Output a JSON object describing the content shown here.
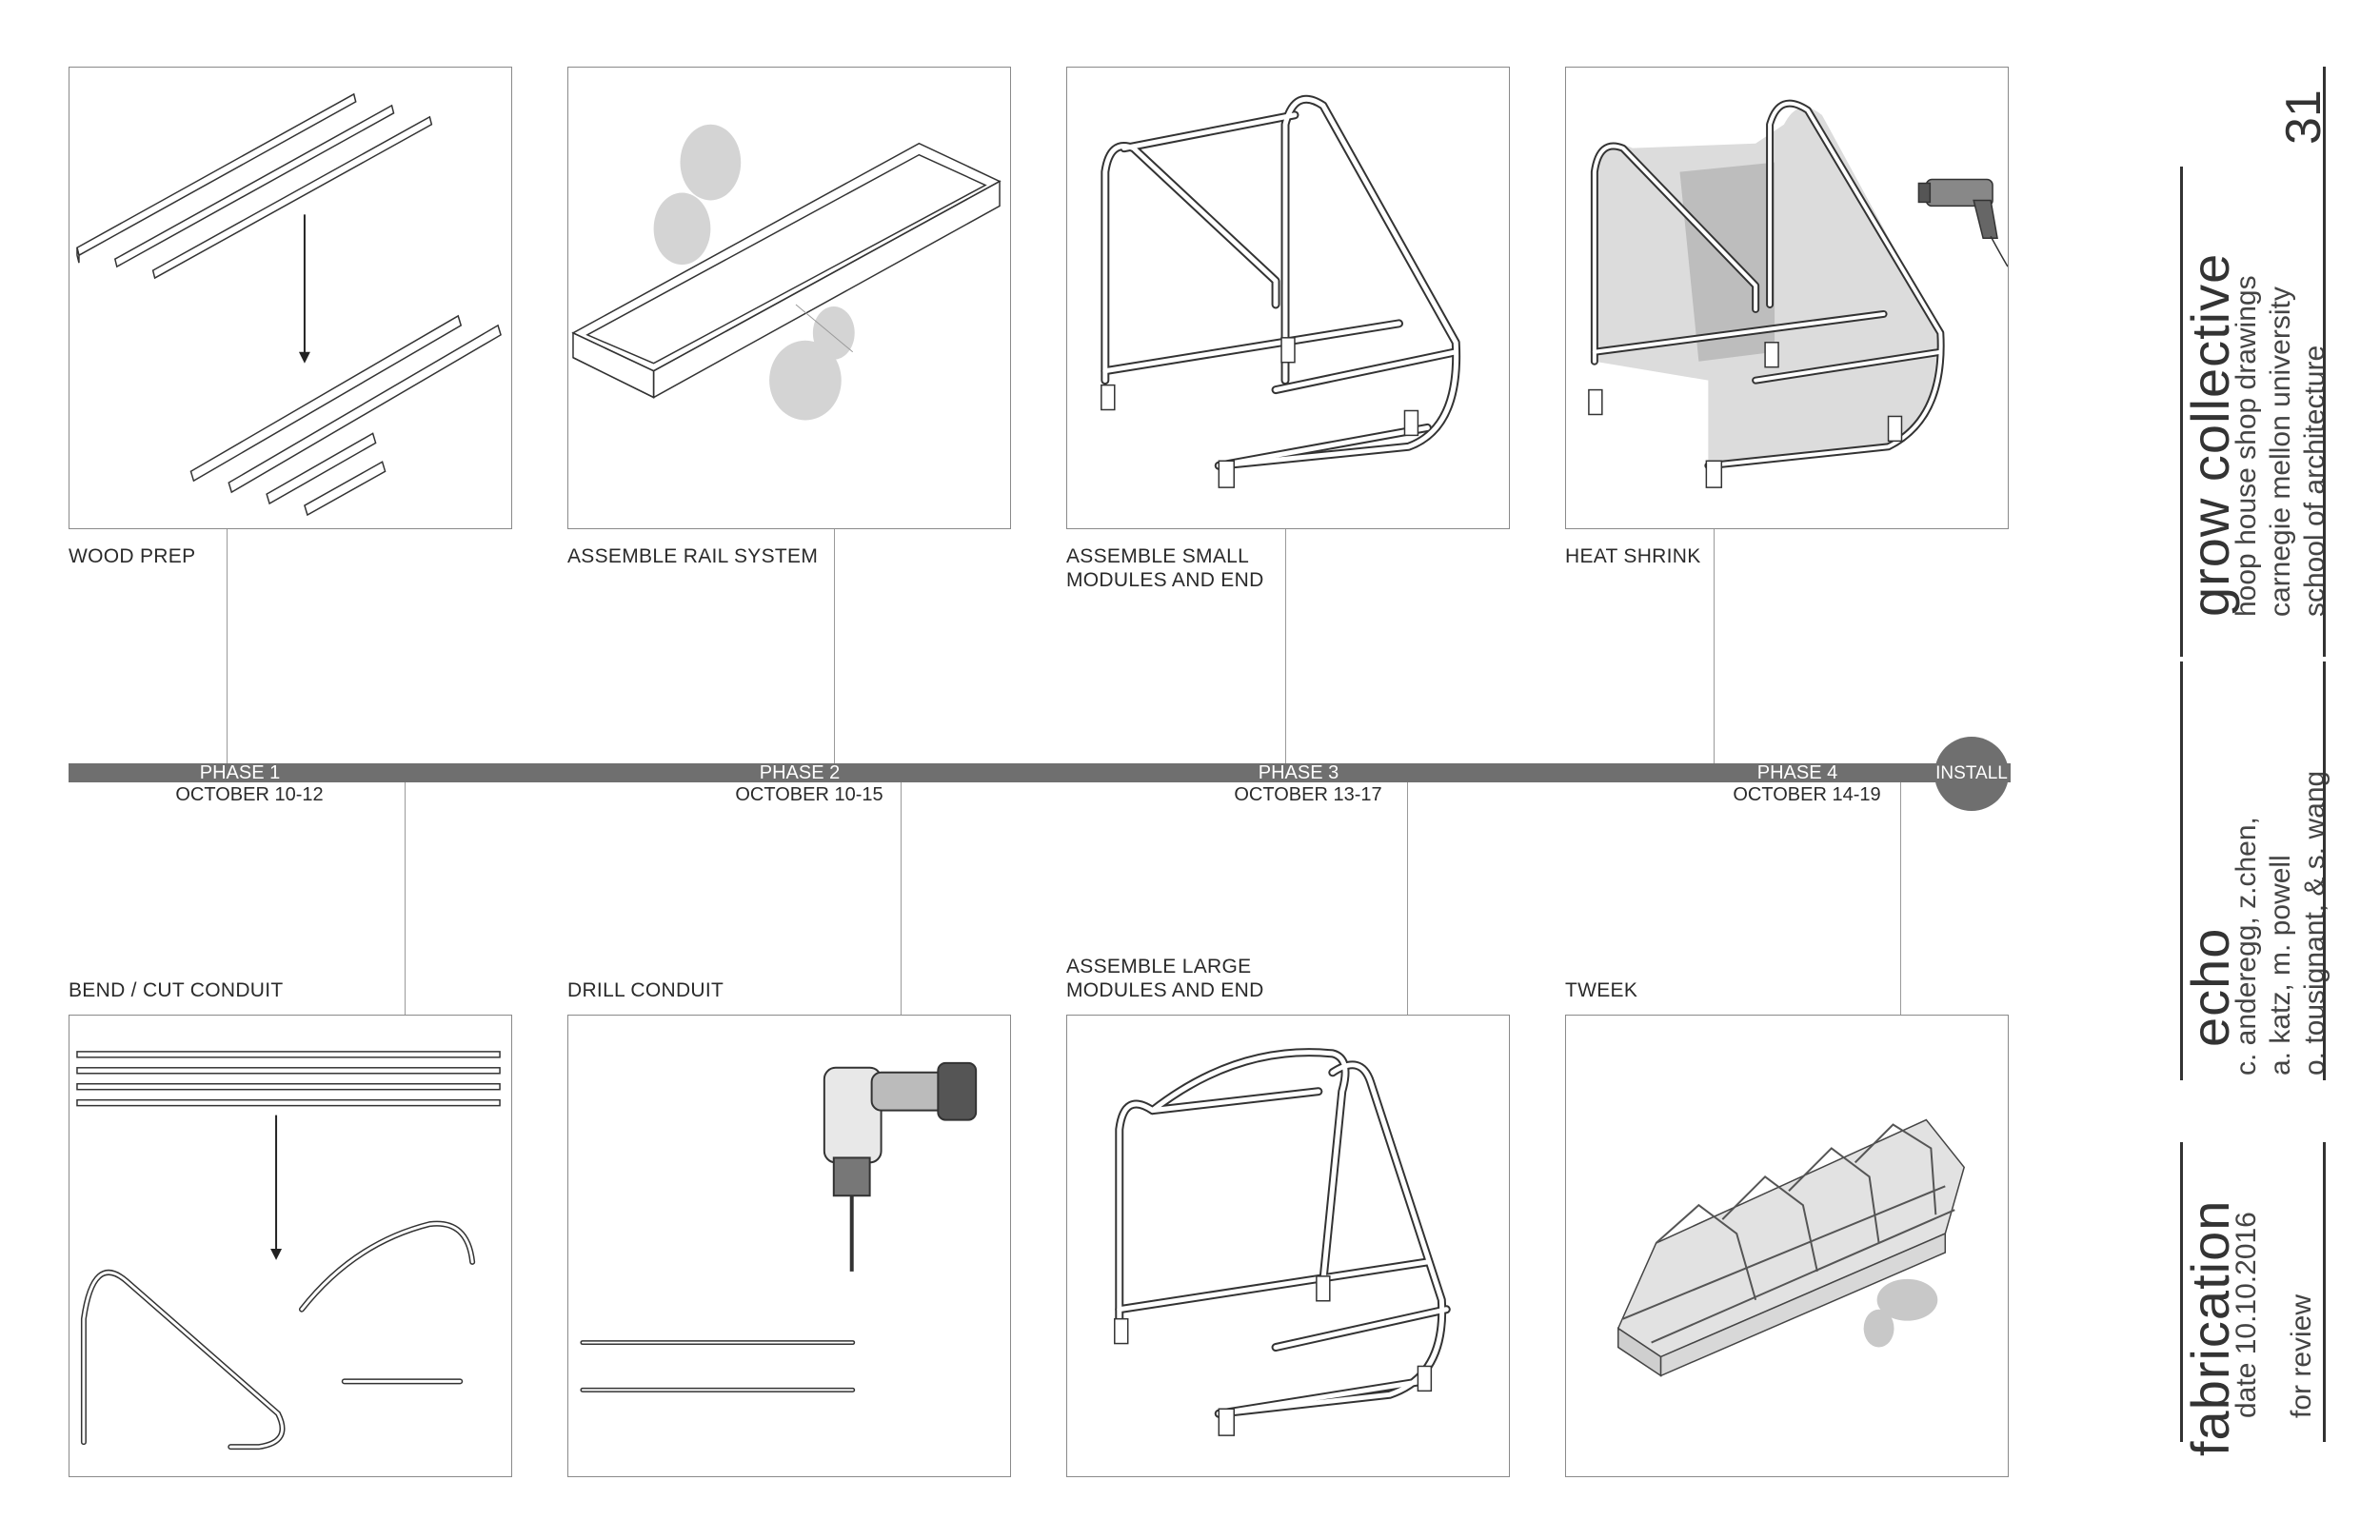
{
  "top_steps": [
    {
      "label": "WOOD PREP"
    },
    {
      "label": "ASSEMBLE RAIL SYSTEM"
    },
    {
      "label_line1": "ASSEMBLE SMALL",
      "label_line2": "MODULES AND END"
    },
    {
      "label": "HEAT SHRINK"
    }
  ],
  "bottom_steps": [
    {
      "label": "BEND /  CUT CONDUIT"
    },
    {
      "label": "DRILL CONDUIT"
    },
    {
      "label_line1": "ASSEMBLE LARGE",
      "label_line2": "MODULES AND END"
    },
    {
      "label": "TWEEK"
    }
  ],
  "timeline": {
    "phases": [
      {
        "name": "PHASE 1",
        "dates": "OCTOBER 10-12"
      },
      {
        "name": "PHASE 2",
        "dates": "OCTOBER 10-15"
      },
      {
        "name": "PHASE 3",
        "dates": "OCTOBER 13-17"
      },
      {
        "name": "PHASE 4",
        "dates": "OCTOBER 14-19"
      }
    ],
    "end_label": "INSTALL"
  },
  "title_block": {
    "page_number": "31",
    "project": {
      "title": "grow collective",
      "lines": [
        "hoop house shop drawings",
        "carnegie mellon university",
        "school of architecture"
      ]
    },
    "team": {
      "title": "echo",
      "lines": [
        "c. anderegg, z.chen,",
        "a. katz, m. powell",
        "o. tousignant, & s. wang"
      ]
    },
    "sheet": {
      "title": "fabrication",
      "date": "date 10.10.2016",
      "status": "for review"
    }
  },
  "colors": {
    "timeline": "#6f6f6f",
    "panel_border": "#8a8a8a",
    "silhouette": "#c8c8c8"
  }
}
